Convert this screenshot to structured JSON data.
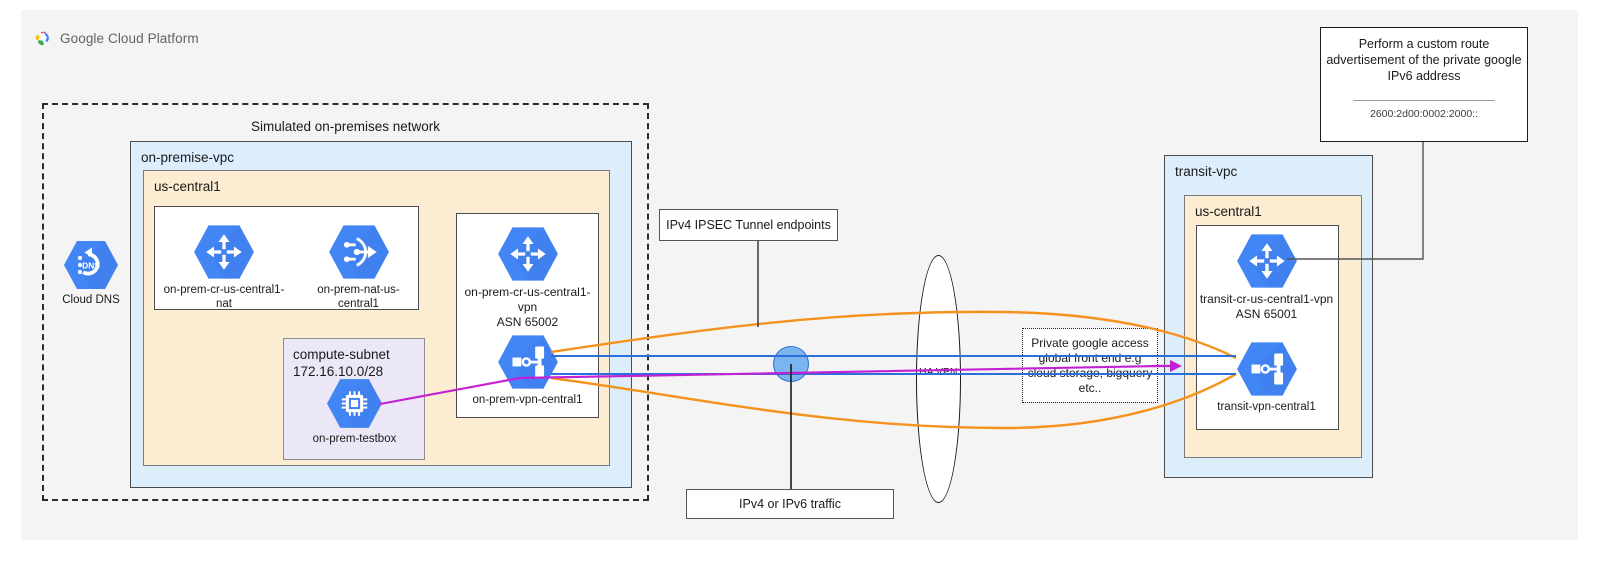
{
  "header": {
    "logo_icon": "google-cloud-platform-logo",
    "title": "Google Cloud Platform"
  },
  "onprem_group": {
    "title": "Simulated on-premises network",
    "vpc_label": "on-premise-vpc",
    "region_label": "us-central1",
    "router_group": {
      "nodes": [
        {
          "icon": "cloud-router-icon",
          "caption": "on-prem-cr-us-central1-nat"
        },
        {
          "icon": "cloud-nat-icon",
          "caption": "on-prem-nat-us-central1"
        }
      ]
    },
    "subnet": {
      "name": "compute-subnet",
      "cidr": "172.16.10.0/28",
      "node": {
        "icon": "compute-engine-icon",
        "caption": "on-prem-testbox"
      }
    },
    "vpn_group": {
      "router": {
        "icon": "cloud-router-icon",
        "caption": "on-prem-cr-us-central1-vpn\nASN 65002"
      },
      "gateway": {
        "icon": "vpn-gateway-icon",
        "caption": "on-prem-vpn-central1"
      }
    }
  },
  "cloud_dns": {
    "icon": "cloud-dns-icon",
    "caption": "Cloud DNS"
  },
  "annotations": {
    "ipsec_tunnel": "IPv4 IPSEC Tunnel endpoints",
    "traffic": "IPv4 or IPv6 traffic",
    "ha_vpn": "HA VPN",
    "private_google_access": "Private google access\nglobal front end e.g\ncloud storage, bigquery\netc..",
    "custom_route": {
      "text": "Perform a custom route advertisement of the private google IPv6 address",
      "line1": "Perform a custom route",
      "line2": "advertisement of the private google",
      "line3": "IPv6 address",
      "address": "2600:2d00:0002:2000::"
    }
  },
  "transit_group": {
    "vpc_label": "transit-vpc",
    "region_label": "us-central1",
    "router": {
      "icon": "cloud-router-icon",
      "caption": "transit-cr-us-central1-vpn\nASN 65001"
    },
    "gateway": {
      "icon": "vpn-gateway-icon",
      "caption": "transit-vpn-central1"
    }
  },
  "colors": {
    "page_background": "#f4f4f4",
    "vpc_fill": "#dcedfc",
    "region_fill": "#fcecd2",
    "subnet_fill": "#ece7f6",
    "gcp_icon_blue": "#4285f4",
    "tunnel_orange": "#f5921e",
    "traffic_blue": "#2b6fdb",
    "route_magenta": "#c221d4",
    "dot_blue": "#7ab5f0"
  }
}
